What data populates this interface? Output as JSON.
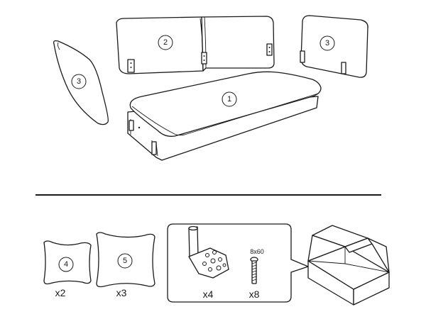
{
  "parts": {
    "seat_number": "1",
    "back_number": "2",
    "arm_left_number": "3",
    "arm_right_number": "3",
    "pillow_small_number": "4",
    "pillow_large_number": "5"
  },
  "quantities": {
    "pillow_small": "x2",
    "pillow_large": "x3",
    "bracket": "x4",
    "screw": "x8"
  },
  "screw_label": "8x60"
}
